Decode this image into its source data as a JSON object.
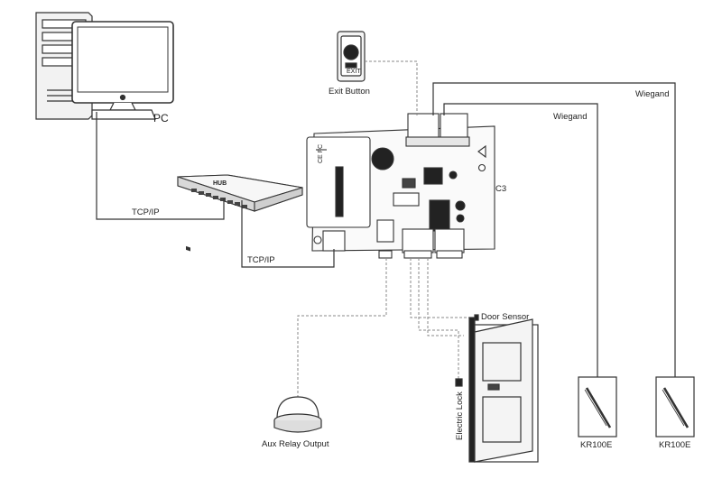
{
  "labels": {
    "pc": "PC",
    "tcpip_top": "TCP/IP",
    "tcpip_bottom": "TCP/IP",
    "exit_button": "Exit Button",
    "exit_button_text": "EXIT",
    "hub_text": "HUB",
    "controller": "C3",
    "wiegand_top": "Wiegand",
    "wiegand_mid": "Wiegand",
    "door_sensor": "Door Sensor",
    "electric_lock": "Electric Lock",
    "aux_relay": "Aux Relay Output",
    "reader_left": "KR100E",
    "reader_right": "KR100E",
    "board_ce": "CE FC"
  }
}
